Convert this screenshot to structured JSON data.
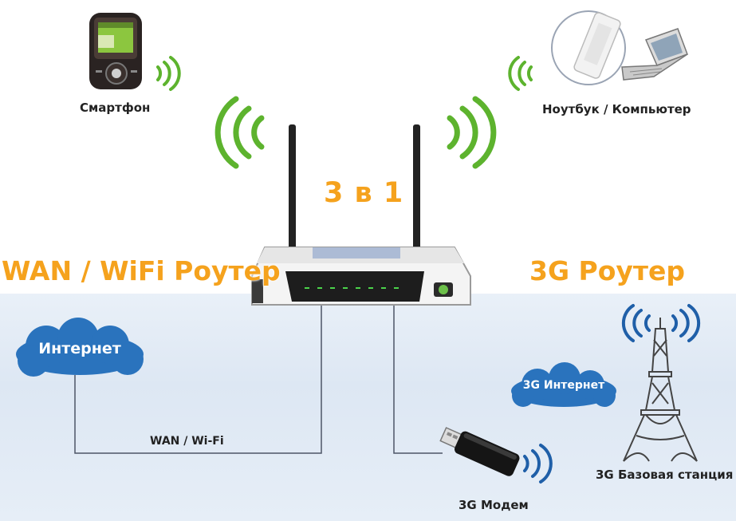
{
  "center": {
    "title": "3 в 1"
  },
  "sections": {
    "left": "WAN / WiFi Роутер",
    "right": "3G Роутер"
  },
  "devices": {
    "smartphone": "Смартфон",
    "laptop": "Ноутбук / Компьютер",
    "modem": "3G Модем",
    "base_station": "3G Базовая станция"
  },
  "clouds": {
    "internet": "Интернет",
    "internet_3g": "3G Интернет"
  },
  "connections": {
    "wan_wifi": "WAN / Wi-Fi"
  },
  "colors": {
    "orange": "#f5a21d",
    "wifi_green": "#5db32e",
    "cloud_blue": "#2a73bd",
    "wave_blue": "#1f5fa8",
    "line": "#4d5566"
  }
}
